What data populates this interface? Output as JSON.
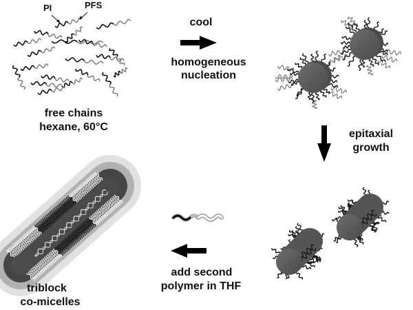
{
  "stages": {
    "free_chains": {
      "label_pi": "PI",
      "label_pfs": "PFS",
      "caption_line1": "free chains",
      "caption_line2": "hexane, 60°C"
    },
    "step_cool": {
      "top_label": "cool",
      "bottom_line1": "homogeneous",
      "bottom_line2": "nucleation"
    },
    "step_growth": {
      "line1": "epitaxial",
      "line2": "growth"
    },
    "step_add": {
      "line1": "add second",
      "line2": "polymer in THF"
    },
    "final": {
      "line1": "triblock",
      "line2": "co-micelles"
    }
  },
  "colors": {
    "pi_chain": "#111111",
    "pfs_chain": "#777777",
    "core": "#555555",
    "core_light": "#6a6a6a",
    "arrow": "#000000",
    "second_polymer": "#ffffff"
  }
}
